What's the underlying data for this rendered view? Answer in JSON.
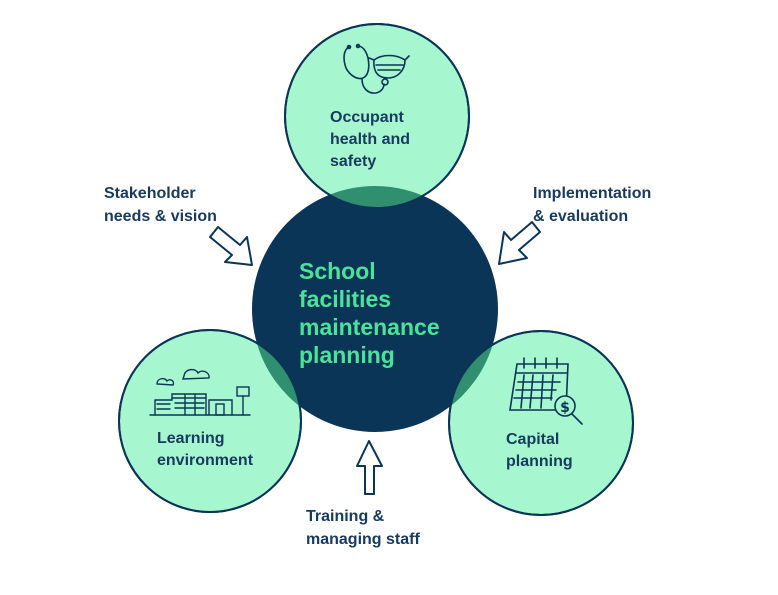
{
  "center": {
    "lines": [
      "School",
      "facilities",
      "maintenance",
      "planning"
    ]
  },
  "circles": {
    "top": {
      "lines": [
        "Occupant",
        "health and",
        "safety"
      ],
      "icon": "stethoscope-mask-icon"
    },
    "left": {
      "lines": [
        "Learning",
        "environment"
      ],
      "icon": "school-building-icon"
    },
    "right": {
      "lines": [
        "Capital",
        "planning"
      ],
      "icon": "calendar-dollar-icon"
    }
  },
  "arrows": {
    "top_left": {
      "lines": [
        "Stakeholder",
        "needs & vision"
      ]
    },
    "top_right": {
      "lines": [
        "Implementation",
        "& evaluation"
      ]
    },
    "bottom": {
      "lines": [
        "Training &",
        "managing staff"
      ]
    }
  },
  "colors": {
    "navy": "#0b3557",
    "mint": "#a6f6cf",
    "overlap": "#2f8f6e",
    "center_text": "#4de29a",
    "label_text": "#173a5e"
  }
}
